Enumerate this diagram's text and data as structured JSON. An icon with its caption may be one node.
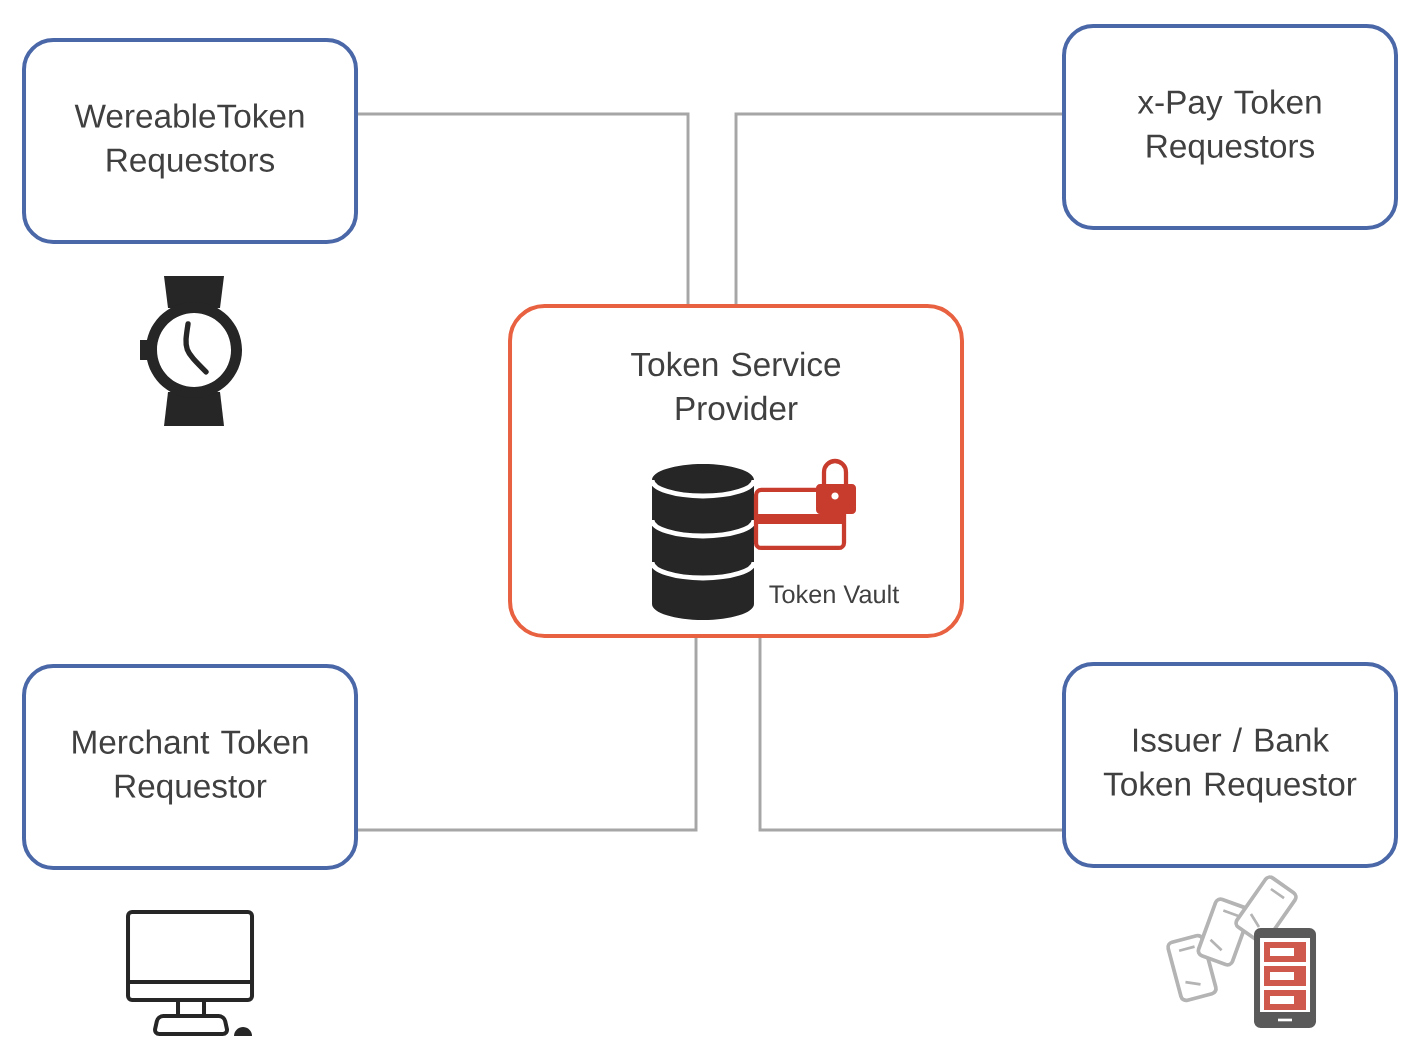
{
  "diagram": {
    "nodes": [
      {
        "text": [
          "WereableToken Requestors"
        ]
      },
      {
        "text": [
          "x-Pay Token Requestors"
        ]
      },
      {
        "text": [
          "Token Service Provider",
          "Token Vault"
        ]
      },
      {
        "text": [
          "Merchant Token Requestor"
        ]
      },
      {
        "text": [
          "Issuer / Bank Token Requestor"
        ]
      }
    ],
    "edges": [
      {
        "from": 0,
        "to": 2,
        "arrow": "none"
      },
      {
        "from": 1,
        "to": 2,
        "arrow": "none"
      },
      {
        "from": 3,
        "to": 2,
        "arrow": "none"
      },
      {
        "from": 4,
        "to": 2,
        "arrow": "none"
      }
    ]
  }
}
